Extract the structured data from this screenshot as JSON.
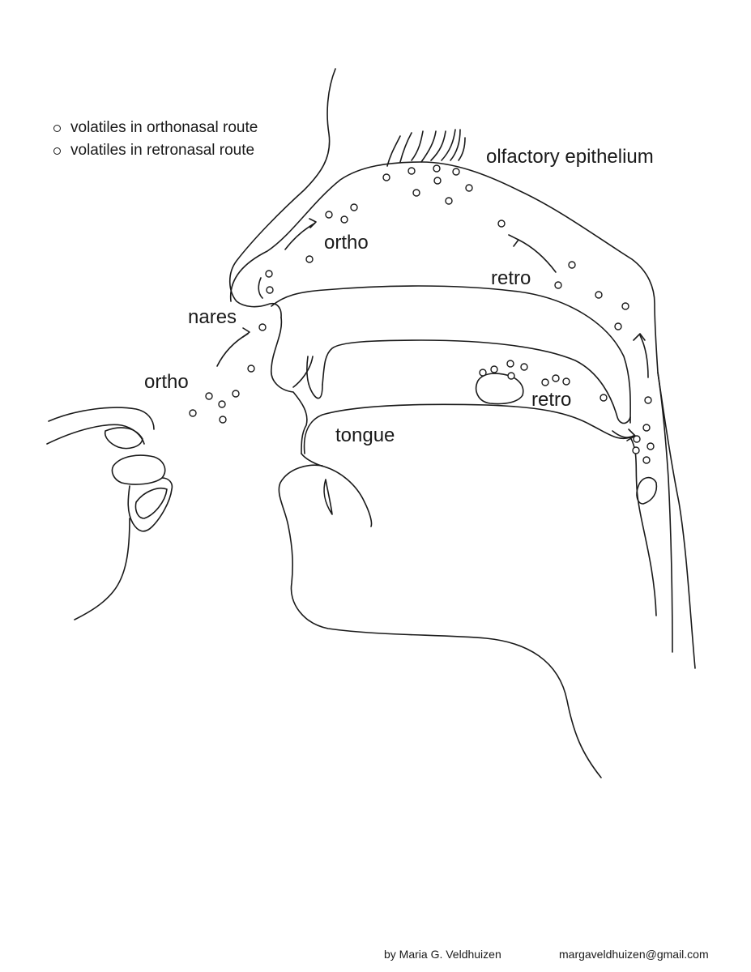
{
  "legend": {
    "ortho": "volatiles in orthonasal route",
    "retro": "volatiles in retronasal route"
  },
  "labels": {
    "olfactory": "olfactory epithelium",
    "ortho_nasal": "ortho",
    "ortho_outside": "ortho",
    "nares": "nares",
    "retro_upper": "retro",
    "retro_lower": "retro",
    "tongue": "tongue"
  },
  "footer": {
    "author": "by Maria G. Veldhuizen",
    "email": "margaveldhuizen@gmail.com"
  }
}
